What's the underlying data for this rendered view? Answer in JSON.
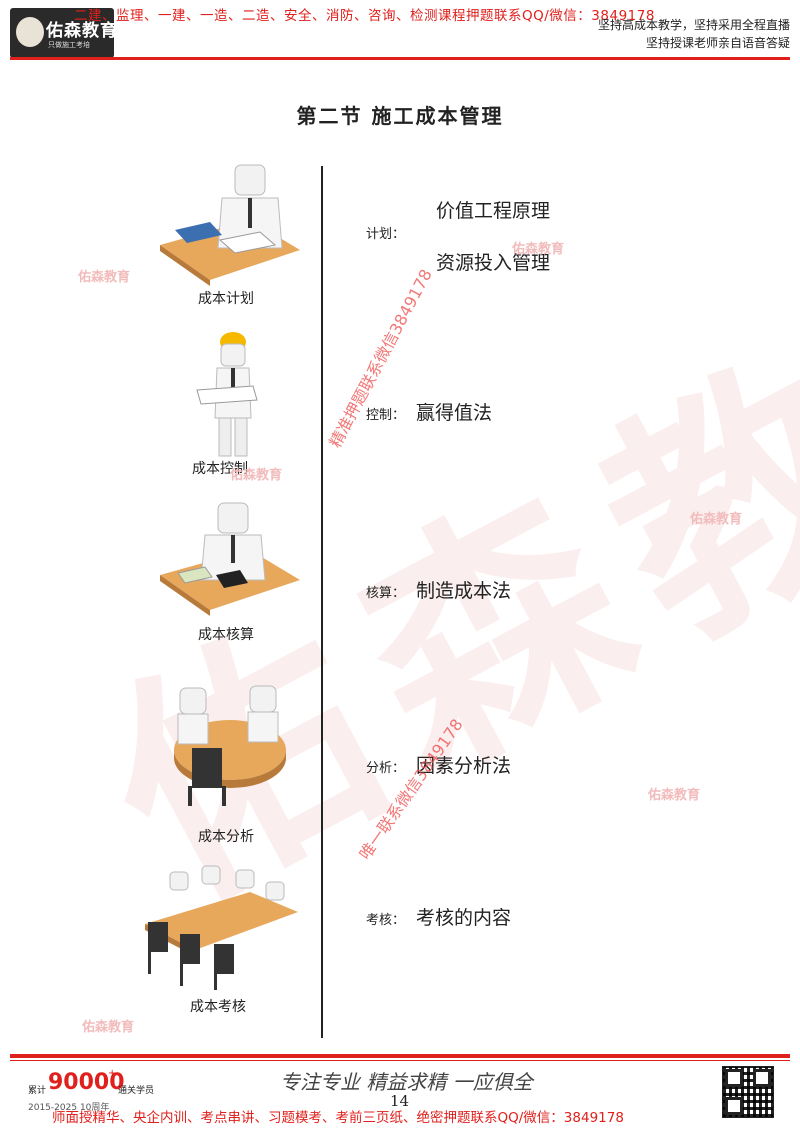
{
  "header": {
    "logo_text": "佑森教育",
    "logo_slogan": "只做施工考培",
    "promo": "二建、监理、一建、一造、二造、安全、消防、咨询、检测课程押题联系QQ/微信：3849178",
    "tagline_1": "坚持高成本教学，坚持采用全程直播",
    "tagline_2": "坚持授课老师亲自语音答疑",
    "accent_color": "#e0201c"
  },
  "page_title": "第二节  施工成本管理",
  "sections": [
    {
      "caption": "成本计划",
      "label": "计划：",
      "items": [
        "价值工程原理",
        "资源投入管理"
      ],
      "icon": "planning-desk-figure"
    },
    {
      "caption": "成本控制",
      "label": "控制：",
      "items": [
        "赢得值法"
      ],
      "icon": "worker-hardhat-figure"
    },
    {
      "caption": "成本核算",
      "label": "核算：",
      "items": [
        "制造成本法"
      ],
      "icon": "calculator-desk-figure"
    },
    {
      "caption": "成本分析",
      "label": "分析：",
      "items": [
        "因素分析法"
      ],
      "icon": "round-table-figures"
    },
    {
      "caption": "成本考核",
      "label": "考核：",
      "items": [
        "考核的内容"
      ],
      "icon": "meeting-table-figures"
    }
  ],
  "watermarks": {
    "diagonal_1": "精准押题联系微信3849178",
    "diagonal_2": "唯一联系微信3849178",
    "logo_mark": "佑森教育",
    "big_mark": "佑森教育"
  },
  "footer": {
    "count_prefix": "累计",
    "count_value": "90000",
    "count_plus": "+",
    "count_suffix": "通关学员",
    "years": "2015-2025",
    "years_suffix": "10周年",
    "signature": "专注专业 精益求精 一应俱全",
    "page_number": "14",
    "promo": "师面授精华、央企内训、考点串讲、习题模考、考前三页纸、绝密押题联系QQ/微信：3849178"
  }
}
